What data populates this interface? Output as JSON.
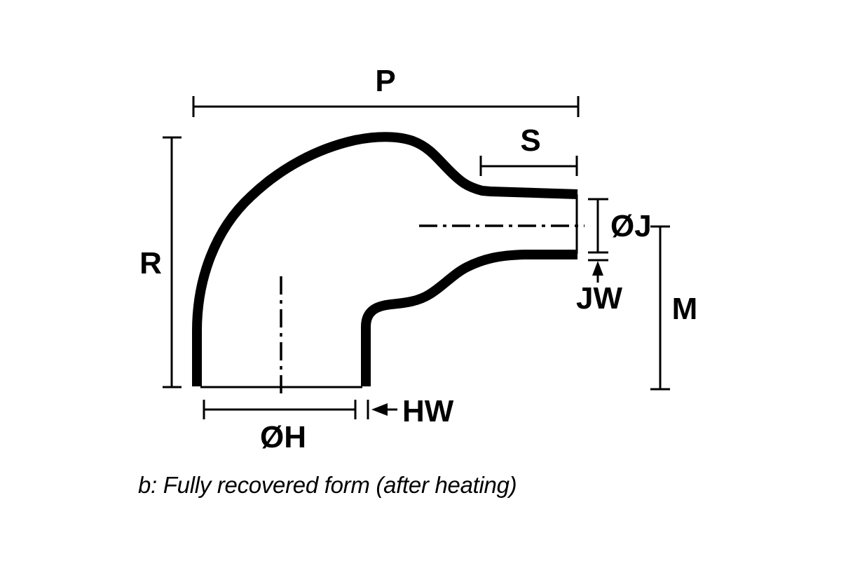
{
  "figure": {
    "caption": "b: Fully recovered form (after heating)",
    "dimension_labels": {
      "p": "P",
      "s": "S",
      "r": "R",
      "m": "M",
      "oj": "ØJ",
      "jw": "JW",
      "hw": "HW",
      "oh": "ØH"
    },
    "colors": {
      "line": "#000000",
      "background": "#ffffff"
    }
  }
}
